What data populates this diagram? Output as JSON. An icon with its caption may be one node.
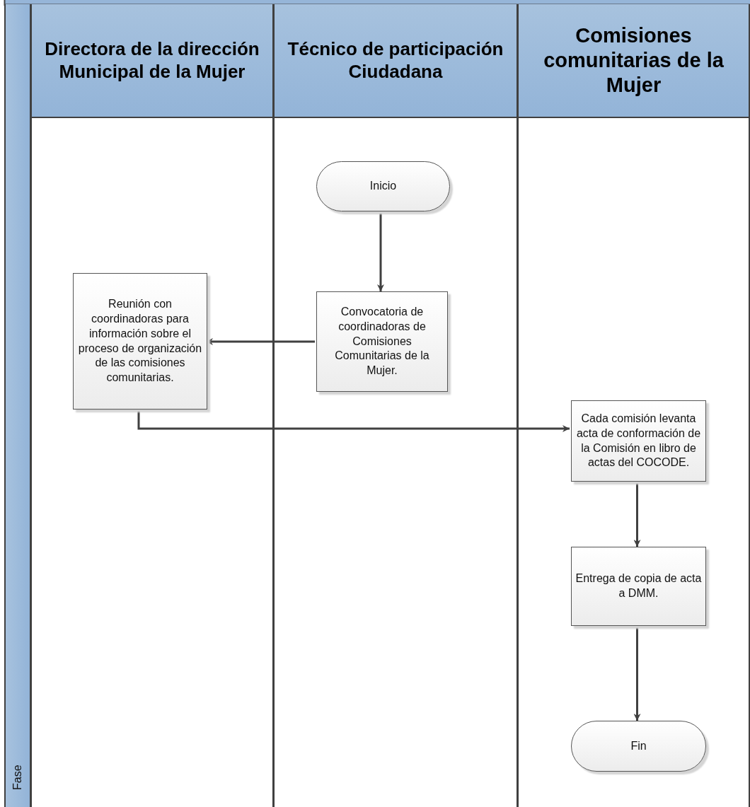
{
  "diagram": {
    "nodes": [
      {
        "text": [
          "Directora de la dirección Municipal de la Mujer"
        ]
      },
      {
        "text": [
          "Técnico de participación Ciudadana"
        ]
      },
      {
        "text": [
          "Comisiones comunitarias de la Mujer"
        ]
      },
      {
        "text": [
          "Fase"
        ]
      },
      {
        "text": [
          "Inicio"
        ],
        "in": 1
      },
      {
        "text": [
          "Convocatoria de coordinadoras de Comisiones Comunitarias de la Mujer."
        ],
        "in": 1
      },
      {
        "text": [
          "Reunión con coordinadoras para información sobre el proceso de organización de las comisiones comunitarias."
        ],
        "in": 0
      },
      {
        "text": [
          "Cada comisión levanta acta de conformación de la Comisión en libro de actas del COCODE."
        ],
        "in": 2
      },
      {
        "text": [
          "Entrega de copia de acta a DMM."
        ],
        "in": 2
      },
      {
        "text": [
          "Fin"
        ],
        "in": 2
      }
    ],
    "edges": [
      {
        "from": 4,
        "to": 5,
        "arrow": "to"
      },
      {
        "from": 5,
        "to": 6,
        "arrow": "to"
      },
      {
        "from": 6,
        "to": 7,
        "arrow": "to"
      },
      {
        "from": 7,
        "to": 8,
        "arrow": "to"
      },
      {
        "from": 8,
        "to": 9,
        "arrow": "to"
      }
    ]
  }
}
